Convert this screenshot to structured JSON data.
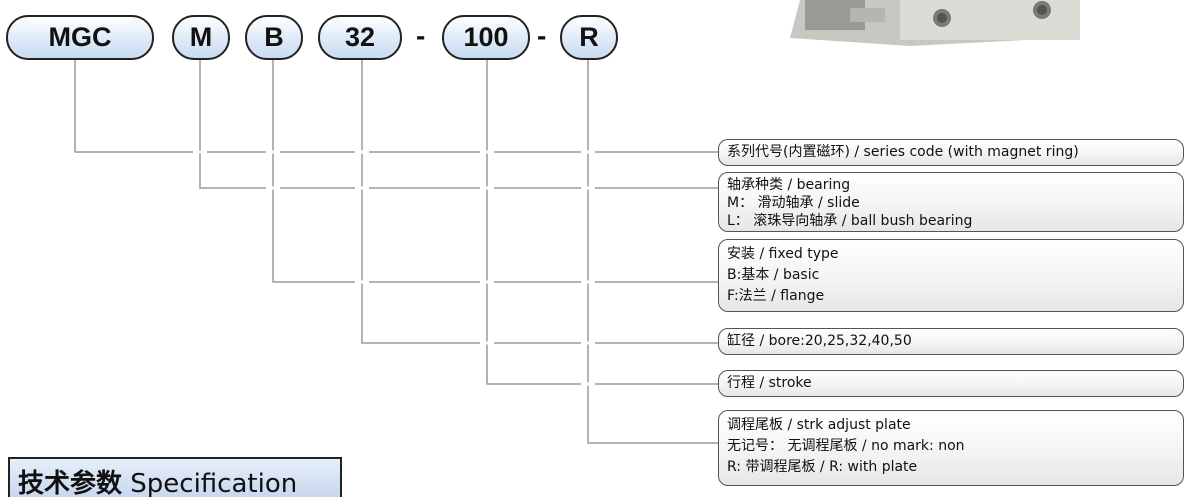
{
  "code_parts": [
    "MGC",
    "M",
    "B",
    "32",
    "100",
    "R"
  ],
  "separators": [
    "-",
    "-"
  ],
  "descriptions": [
    [
      "系列代号(内置磁环) / series code (with magnet ring)"
    ],
    [
      "轴承种类 / bearing",
      "M： 滑动轴承 / slide",
      "L： 滚珠导向轴承 / ball bush bearing"
    ],
    [
      "安装 / fixed type",
      "B:基本 / basic",
      "F:法兰 / flange"
    ],
    [
      "缸径 / bore:20,25,32,40,50"
    ],
    [
      "行程 / stroke"
    ],
    [
      "调程尾板 / strk adjust plate",
      "无记号： 无调程尾板 / no mark: non",
      "R: 带调程尾板 / R: with plate"
    ]
  ],
  "spec_header": {
    "zh": "技术参数",
    "en": "Specification"
  }
}
